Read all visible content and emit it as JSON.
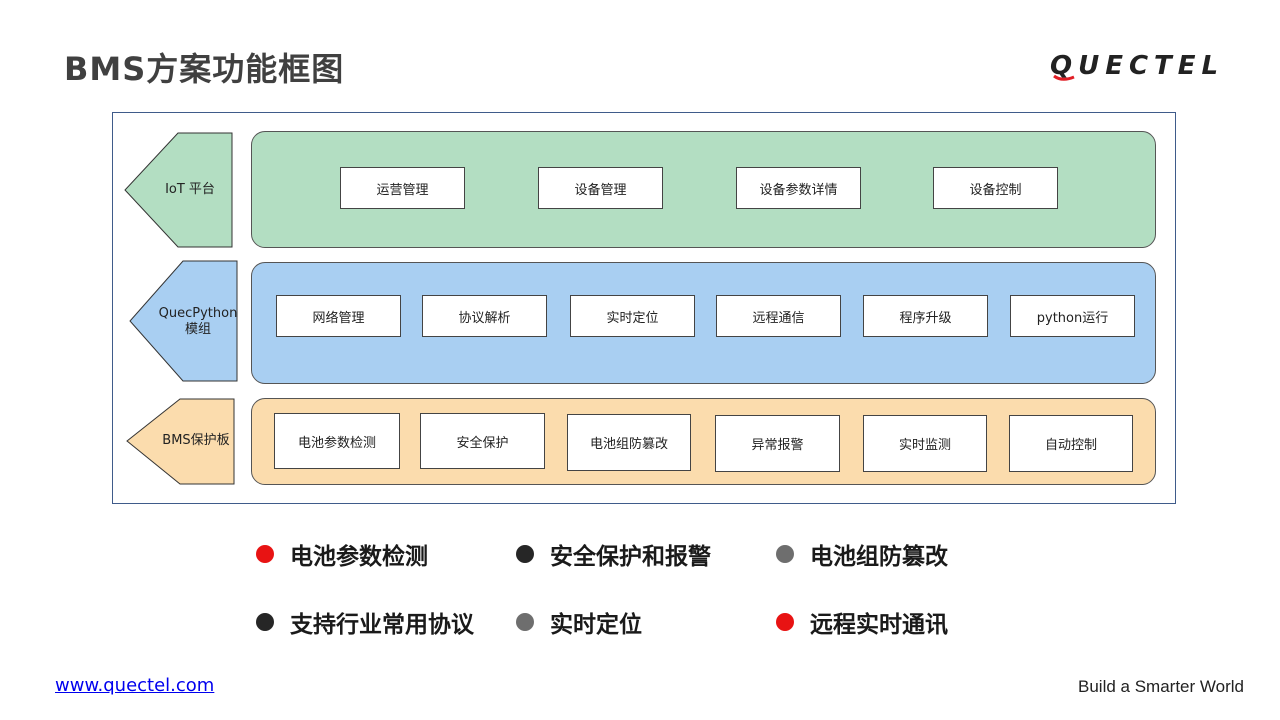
{
  "header": {
    "title": "BMS方案功能框图",
    "logo_text": "QUECTEL"
  },
  "layers": [
    {
      "label": "IoT 平台",
      "items": [
        "运营管理",
        "设备管理",
        "设备参数详情",
        "设备控制"
      ]
    },
    {
      "label_line1": "QuecPython",
      "label_line2": "模组",
      "items": [
        "网络管理",
        "协议解析",
        "实时定位",
        "远程通信",
        "程序升级",
        "python运行"
      ]
    },
    {
      "label": "BMS保护板",
      "items": [
        "电池参数检测",
        "安全保护",
        "电池组防篡改",
        "异常报警",
        "实时监测",
        "自动控制"
      ]
    }
  ],
  "features": [
    {
      "label": "电池参数检测",
      "color": "#e81313"
    },
    {
      "label": "安全保护和报警",
      "color": "#262626"
    },
    {
      "label": "电池组防篡改",
      "color": "#6e6e6e"
    },
    {
      "label": "支持行业常用协议",
      "color": "#262626"
    },
    {
      "label": "实时定位",
      "color": "#6e6e6e"
    },
    {
      "label": "远程实时通讯",
      "color": "#e81313"
    }
  ],
  "colors": {
    "green": "#b3dec2",
    "blue": "#a9cff2",
    "orange": "#fbdcad",
    "logo_red": "#e01e25"
  },
  "footer": {
    "link": "www.quectel.com",
    "tagline": "Build a Smarter World"
  }
}
